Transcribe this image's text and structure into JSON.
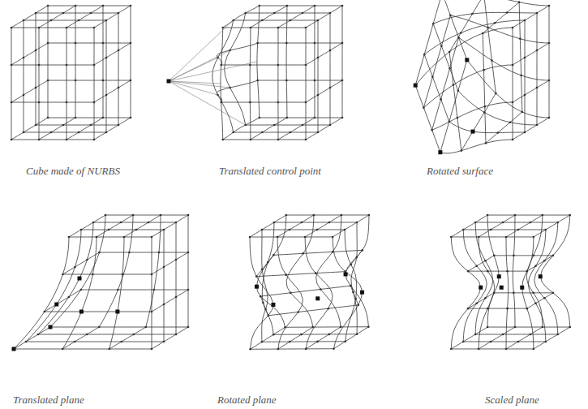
{
  "diagram": {
    "labels": [
      "Cube made of NURBS",
      "Translated control point",
      "Rotated surface",
      "Translated plane",
      "Rotated plane",
      "Scaled plane"
    ]
  }
}
